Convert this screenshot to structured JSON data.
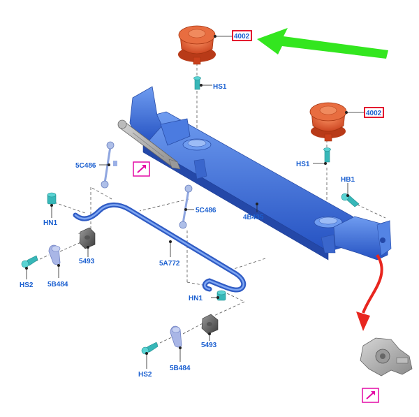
{
  "colors": {
    "axle_blue": "#3d6fd8",
    "callout_blue": "#1a5fd0",
    "mount_orange": "#e2572a",
    "bolt_teal": "#37b7b8",
    "highlight_red": "#e0001a",
    "arrow_green": "#33e61f",
    "arrow_red": "#e8261f",
    "magenta": "#e40aa6",
    "grey_part": "#777777"
  },
  "icons": {
    "detail_link": "northeast-arrow-icon"
  },
  "labels": {
    "mount_top": "4002",
    "mount_right": "4002",
    "hs1_top": "HS1",
    "hs1_right": "HS1",
    "hb1": "HB1",
    "link_left": "5C486",
    "link_center": "5C486",
    "axle": "4B435",
    "hn1_left": "HN1",
    "hn1_bottom": "HN1",
    "bushing_left": "5493",
    "bushing_bottom": "5493",
    "stabilizer_bar": "5A772",
    "hs2_left": "HS2",
    "hs2_bottom": "HS2",
    "bracket_left": "5B484",
    "bracket_bottom": "5B484"
  }
}
